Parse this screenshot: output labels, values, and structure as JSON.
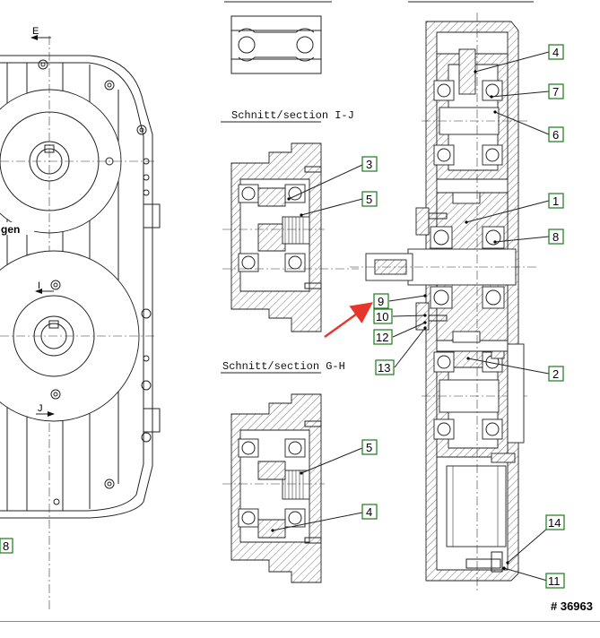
{
  "section_titles": {
    "ij": "Schnitt/section I-J",
    "gh": "Schnitt/section G-H"
  },
  "left_view": {
    "arrow_e": "E",
    "arrow_i": "I",
    "arrow_j": "J",
    "partial_word": "gen",
    "partial_label": "8"
  },
  "section_ij_labels": [
    "3",
    "5"
  ],
  "section_gh_labels": [
    "5",
    "4"
  ],
  "main_labels": {
    "l4": "4",
    "l7": "7",
    "l6": "6",
    "l1": "1",
    "l8": "8",
    "l9": "9",
    "l10": "10",
    "l12": "12",
    "l13": "13",
    "l2": "2",
    "l14": "14",
    "l11": "11"
  },
  "drawing_number": "# 36963",
  "colors": {
    "label_border": "#1a7a1a",
    "arrow": "#e8352a",
    "line": "#222222"
  }
}
